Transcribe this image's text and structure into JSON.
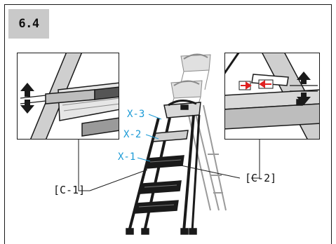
{
  "step_number": "6.4",
  "labels": {
    "x3": "X-3",
    "x2": "X-2",
    "x1": "X-1",
    "c1": "[C-1]",
    "c2": "[C-2]"
  },
  "colors": {
    "accent_blue": "#1a9ad6",
    "arrow_red": "#e02020",
    "badge_gray": "#c9c9c9"
  }
}
